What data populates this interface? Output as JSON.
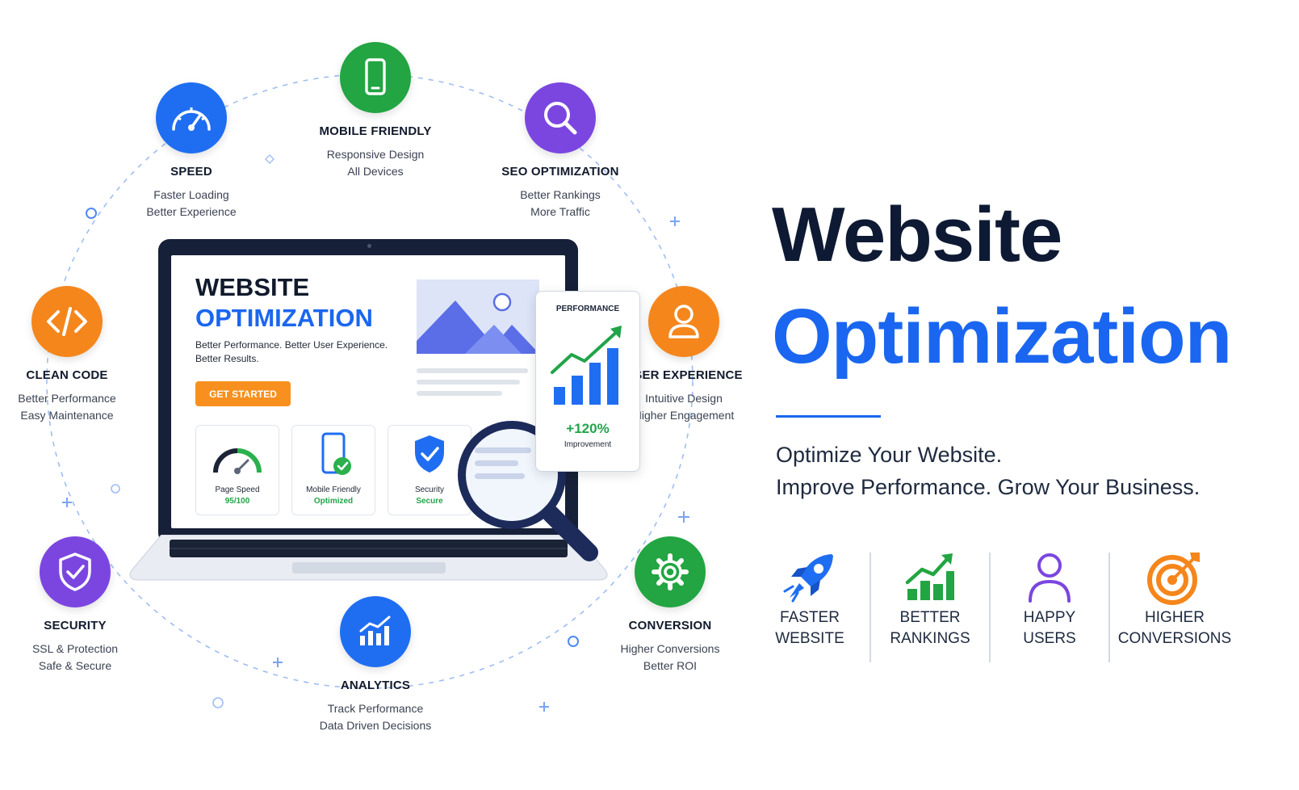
{
  "nodes": {
    "mobile": {
      "title": "MOBILE FRIENDLY",
      "line1": "Responsive Design",
      "line2": "All Devices",
      "icon": "smartphone-icon",
      "color": "#22a542"
    },
    "speed": {
      "title": "SPEED",
      "line1": "Faster Loading",
      "line2": "Better Experience",
      "icon": "speedometer-icon",
      "color": "#1f6ef2"
    },
    "seo": {
      "title": "SEO OPTIMIZATION",
      "line1": "Better Rankings",
      "line2": "More Traffic",
      "icon": "search-icon",
      "color": "#7b46e0"
    },
    "cleancode": {
      "title": "CLEAN CODE",
      "line1": "Better Performance",
      "line2": "Easy Maintenance",
      "icon": "code-icon",
      "color": "#f5861c"
    },
    "ux": {
      "title": "USER EXPERIENCE",
      "line1": "Intuitive Design",
      "line2": "Higher Engagement",
      "icon": "user-icon",
      "color": "#f5861c"
    },
    "security": {
      "title": "SECURITY",
      "line1": "SSL & Protection",
      "line2": "Safe & Secure",
      "icon": "shield-check-icon",
      "color": "#7b46e0"
    },
    "conversion": {
      "title": "CONVERSION",
      "line1": "Higher Conversions",
      "line2": "Better ROI",
      "icon": "gear-icon",
      "color": "#22a542"
    },
    "analytics": {
      "title": "ANALYTICS",
      "line1": "Track Performance",
      "line2": "Data Driven Decisions",
      "icon": "bar-chart-icon",
      "color": "#1f6ef2"
    }
  },
  "screen": {
    "heading1": "WEBSITE",
    "heading2": "OPTIMIZATION",
    "tagline1": "Better Performance. Better User Experience.",
    "tagline2": "Better Results.",
    "cta": "GET STARTED",
    "cards": [
      {
        "title": "Page Speed",
        "value": "95/100",
        "icon": "gauge-icon"
      },
      {
        "title": "Mobile Friendly",
        "value": "Optimized",
        "icon": "phone-check-icon"
      },
      {
        "title": "Security",
        "value": "Secure",
        "icon": "shield-check-icon"
      }
    ],
    "performance": {
      "title": "PERFORMANCE",
      "value": "+120%",
      "label": "Improvement"
    }
  },
  "hero": {
    "title1": "Website",
    "title2": "Optimization",
    "subtitle1": "Optimize Your Website.",
    "subtitle2": "Improve Performance.  Grow Your Business."
  },
  "benefits": [
    {
      "line1": "FASTER",
      "line2": "WEBSITE",
      "icon": "rocket-icon"
    },
    {
      "line1": "BETTER",
      "line2": "RANKINGS",
      "icon": "growth-chart-icon"
    },
    {
      "line1": "HAPPY",
      "line2": "USERS",
      "icon": "user-icon"
    },
    {
      "line1": "HIGHER",
      "line2": "CONVERSIONS",
      "icon": "target-icon"
    }
  ],
  "colors": {
    "primary_blue": "#1a66f0",
    "navy": "#0e1a33",
    "orange": "#f7901e",
    "green": "#22a542",
    "purple": "#7b46e0"
  }
}
